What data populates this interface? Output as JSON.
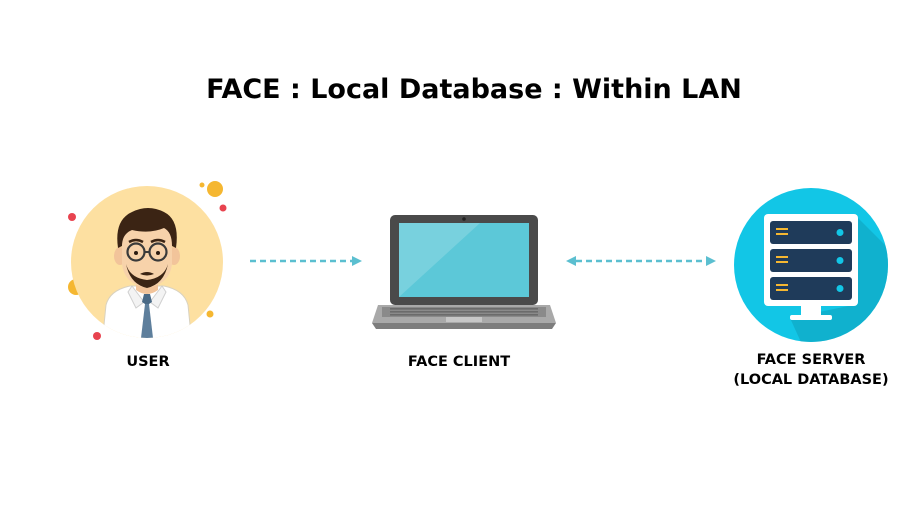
{
  "title": "FACE : Local Database : Within LAN",
  "nodes": {
    "user": {
      "label": "USER"
    },
    "client": {
      "label": "FACE CLIENT"
    },
    "server": {
      "label_line1": "FACE SERVER",
      "label_line2": "(LOCAL DATABASE)"
    }
  },
  "connections": [
    {
      "from": "USER",
      "to": "FACE CLIENT",
      "direction": "one-way"
    },
    {
      "from": "FACE CLIENT",
      "to": "FACE SERVER",
      "direction": "two-way"
    }
  ],
  "colors": {
    "arrow": "#5bbfd0",
    "user_circle": "#fde0a1",
    "server_circle": "#12c6e6",
    "server_shadow": "#10a9c6",
    "laptop_screen": "#5cc8d8",
    "laptop_body": "#4a4a4a"
  }
}
